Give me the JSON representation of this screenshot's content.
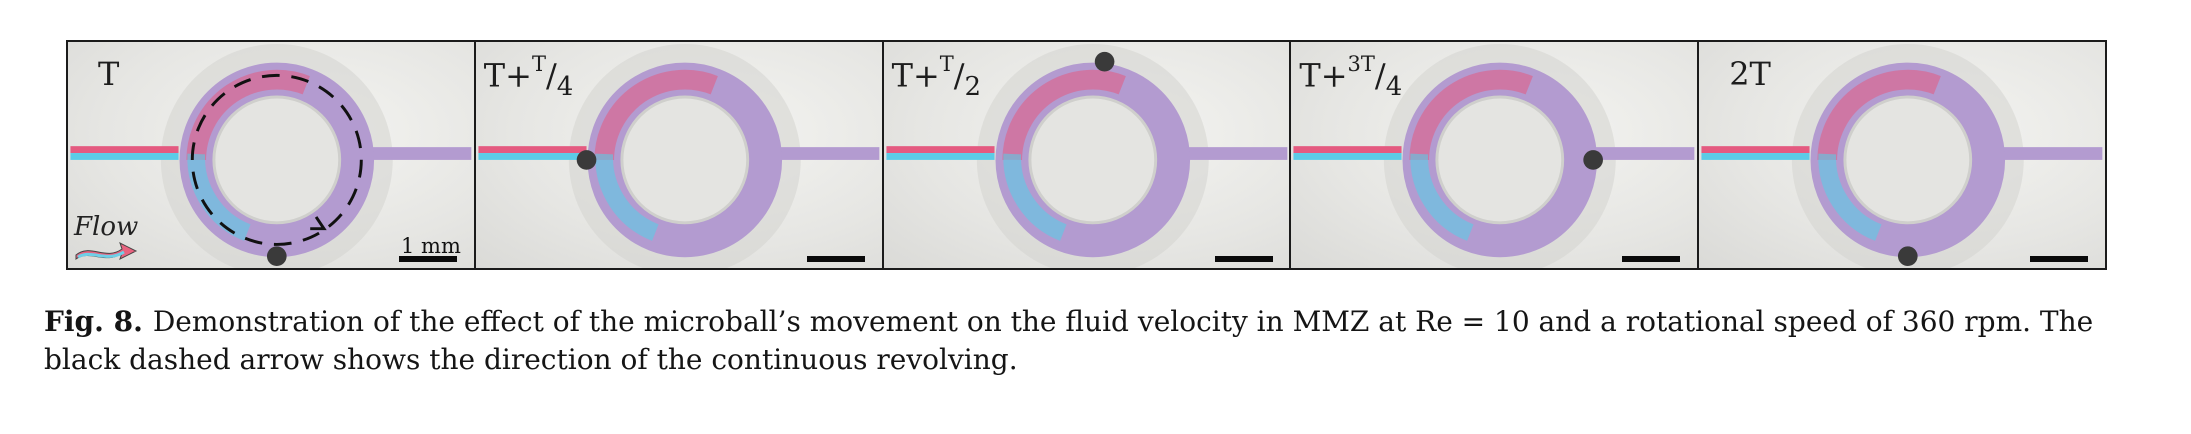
{
  "figure": {
    "panels": [
      {
        "label_parts": [
          "T",
          "",
          ""
        ],
        "show_flow": true,
        "show_dashed_arrow": true,
        "ball": "bottom"
      },
      {
        "label_parts": [
          "T+",
          "T",
          "4"
        ],
        "show_flow": false,
        "show_dashed_arrow": false,
        "ball": "left"
      },
      {
        "label_parts": [
          "T+",
          "T",
          "2"
        ],
        "show_flow": false,
        "show_dashed_arrow": false,
        "ball": "top"
      },
      {
        "label_parts": [
          "T+",
          "3T",
          "4"
        ],
        "show_flow": false,
        "show_dashed_arrow": false,
        "ball": "right"
      },
      {
        "label_parts": [
          "2T",
          "",
          ""
        ],
        "show_flow": false,
        "show_dashed_arrow": false,
        "ball": "bottom"
      }
    ],
    "flow_label": "Flow",
    "scale_label": "1 mm"
  },
  "caption": {
    "label": "Fig. 8.",
    "text": "Demonstration of the effect of the microball’s movement on the fluid velocity in MMZ at Re = 10 and a rotational speed of 360 rpm. The black dashed arrow shows the direction of the continuous revolving."
  },
  "colors": {
    "ring_purple": "#b39bd0",
    "channel_red": "#e45a80",
    "channel_cyan": "#5ccbe6",
    "ball": "#3a3a3a"
  }
}
